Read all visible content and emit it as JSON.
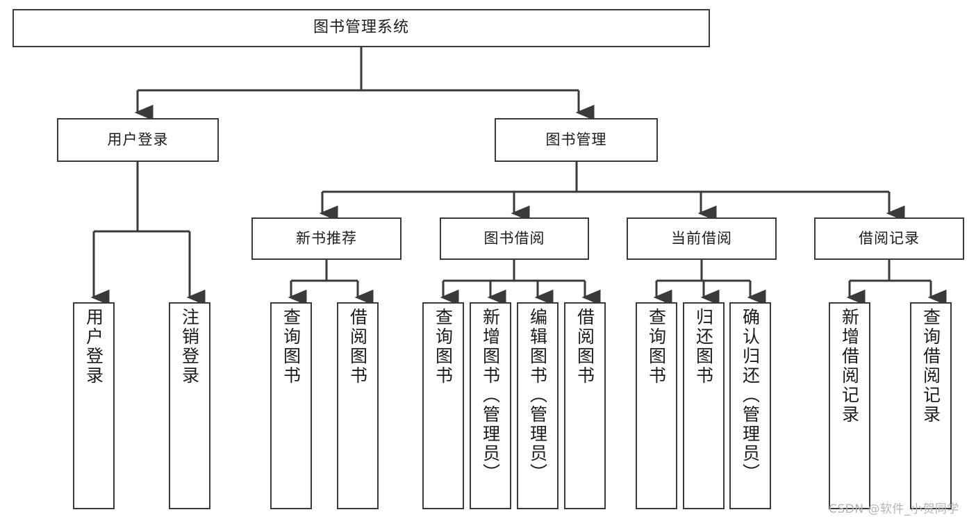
{
  "diagram": {
    "title": "图书管理系统",
    "type": "tree-hierarchy-chart",
    "stroke_color": "#3a3a3a",
    "background_color": "#ffffff",
    "text_color": "#1b1b1b"
  },
  "root": {
    "label": "图书管理系统"
  },
  "level2": [
    {
      "label": "用户登录"
    },
    {
      "label": "图书管理"
    }
  ],
  "level3": [
    {
      "label": "新书推荐"
    },
    {
      "label": "图书借阅"
    },
    {
      "label": "当前借阅"
    },
    {
      "label": "借阅记录"
    }
  ],
  "leaves": {
    "user_login": [
      {
        "label": "用户登录"
      },
      {
        "label": "注销登录"
      }
    ],
    "new_book_recommend": [
      {
        "label": "查询图书"
      },
      {
        "label": "借阅图书"
      }
    ],
    "book_borrow": [
      {
        "label": "查询图书"
      },
      {
        "label": "新增图书（管理员）"
      },
      {
        "label": "编辑图书（管理员）"
      },
      {
        "label": "借阅图书"
      }
    ],
    "current_borrow": [
      {
        "label": "查询图书"
      },
      {
        "label": "归还图书"
      },
      {
        "label": "确认归还（管理员）"
      }
    ],
    "borrow_record": [
      {
        "label": "新增借阅记录"
      },
      {
        "label": "查询借阅记录"
      }
    ]
  },
  "watermark": {
    "text": "CSDN @软件_小贺同学"
  }
}
